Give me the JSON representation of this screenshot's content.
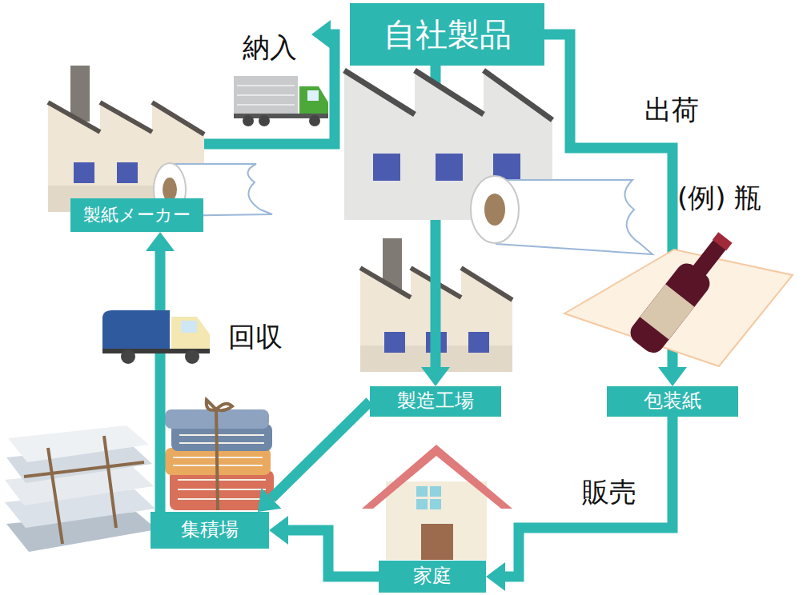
{
  "diagram": {
    "nodes": [
      {
        "text": [
          "自社製品"
        ]
      },
      {
        "text": [
          "製紙メーカー"
        ]
      },
      {
        "text": [
          "製造工場"
        ]
      },
      {
        "text": [
          "包装紙"
        ]
      },
      {
        "text": [
          "家庭"
        ]
      },
      {
        "text": [
          "集積場"
        ]
      }
    ],
    "edges": [
      {
        "from": 1,
        "to": 0,
        "label": "納入",
        "arrow": "to"
      },
      {
        "from": 0,
        "to": 3,
        "label": "出荷",
        "arrow": "to"
      },
      {
        "from": 0,
        "to": 2,
        "arrow": "to"
      },
      {
        "from": 2,
        "to": 5,
        "arrow": "to"
      },
      {
        "from": 3,
        "to": 4,
        "label": "販売",
        "arrow": "to"
      },
      {
        "from": 4,
        "to": 5,
        "arrow": "to"
      },
      {
        "from": 5,
        "to": 1,
        "label": "回収",
        "arrow": "to"
      }
    ],
    "labels": [
      "(例) 瓶"
    ]
  }
}
